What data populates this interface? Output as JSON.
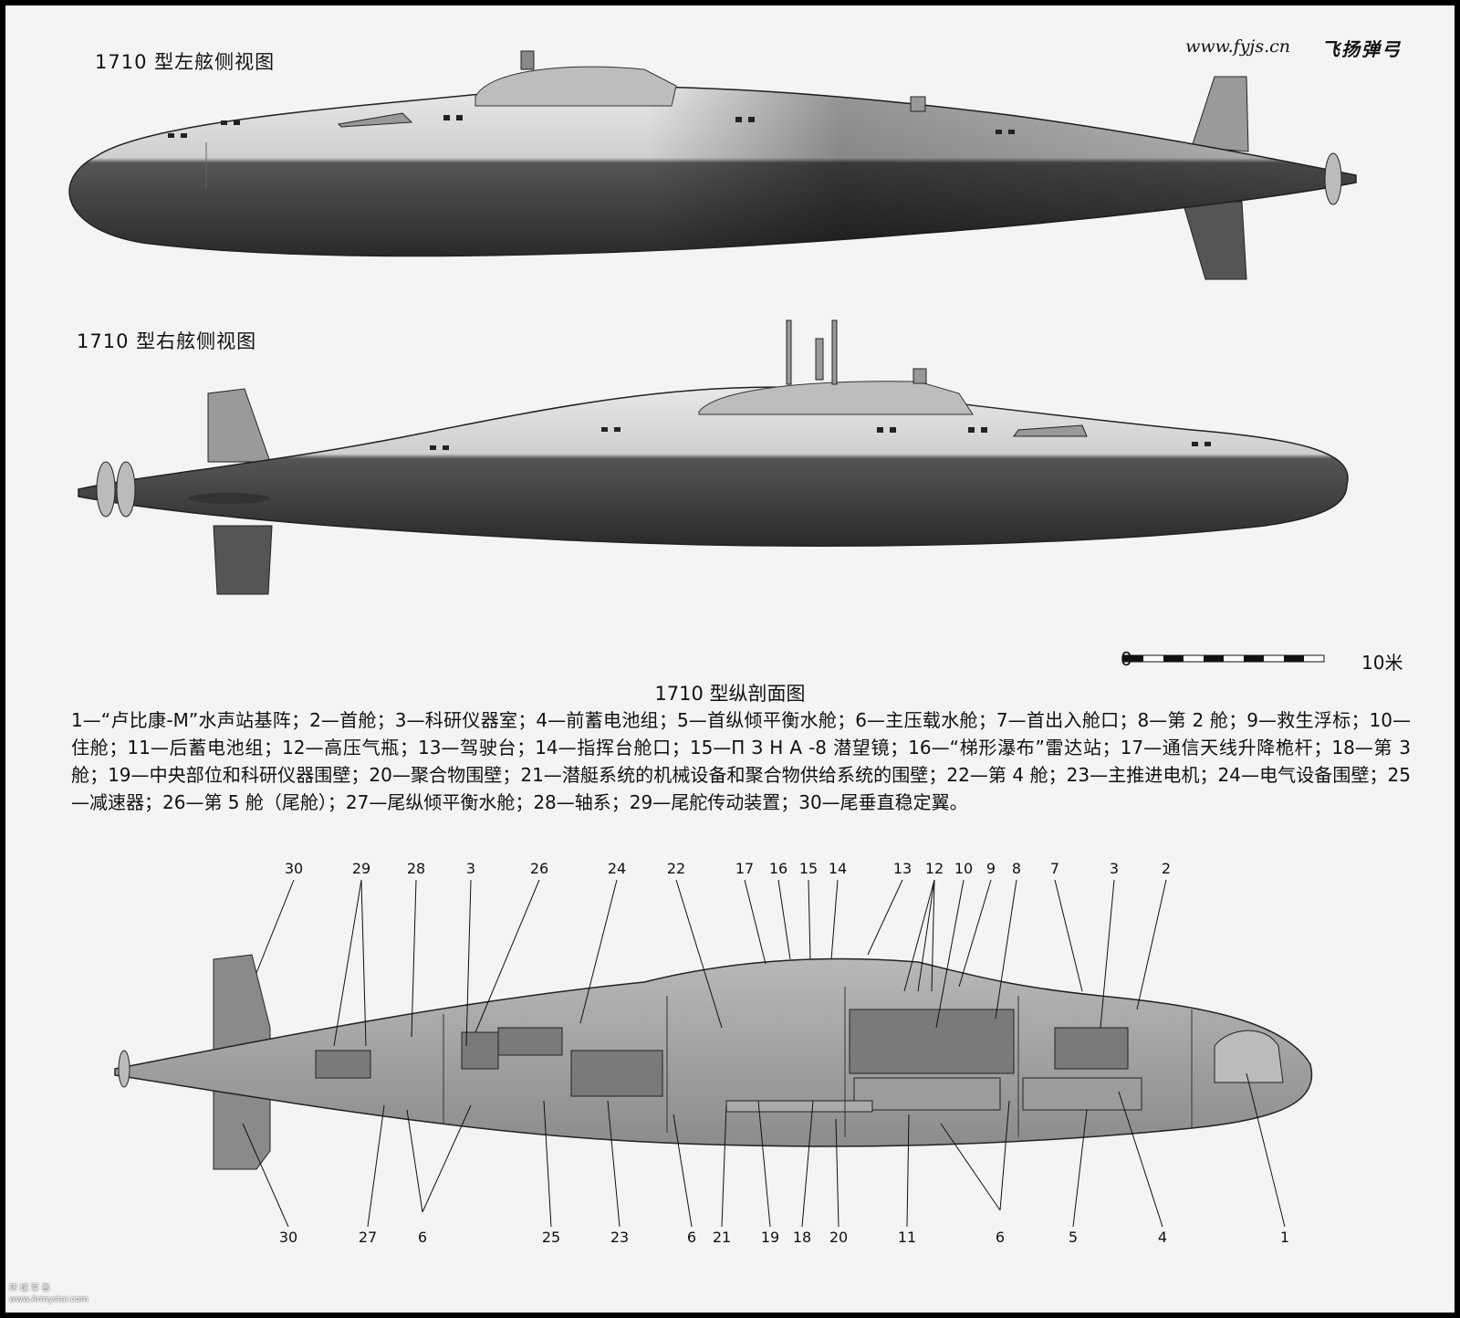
{
  "header": {
    "site": "www.fyjs.cn",
    "brand": "飞扬弹弓"
  },
  "views": {
    "port_title": "1710 型左舷侧视图",
    "starboard_title": "1710 型右舷侧视图",
    "section_title": "1710 型纵剖面图"
  },
  "scale": {
    "start": "0",
    "end": "10米"
  },
  "legend_text": "1—“卢比康-M”水声站基阵；2—首舱；3—科研仪器室；4—前蓄电池组；5—首纵倾平衡水舱；6—主压载水舱；7—首出入舱口；8—第 2 舱；9—救生浮标；10—住舱；11—后蓄电池组；12—高压气瓶；13—驾驶台；14—指挥台舱口；15—П З Н А -8 潜望镜；16—“梯形瀑布”雷达站；17—通信天线升降桅杆；18—第 3 舱；19—中央部位和科研仪器围壁；20—聚合物围壁；21—潜艇系统的机械设备和聚合物供给系统的围壁；22—第 4 舱；23—主推进电机；24—电气设备围壁；25—减速器；26—第 5 舱（尾舱）；27—尾纵倾平衡水舱；28—轴系；29—尾舵传动装置；30—尾垂直稳定翼。",
  "callouts_top": [
    "30",
    "29",
    "28",
    "3",
    "26",
    "24",
    "22",
    "17",
    "16",
    "15",
    "14",
    "13",
    "12",
    "10",
    "9",
    "8",
    "7",
    "3",
    "2"
  ],
  "callouts_bottom": [
    "30",
    "27",
    "6",
    "25",
    "23",
    "6",
    "21",
    "19",
    "18",
    "20",
    "11",
    "6",
    "5",
    "4",
    "1"
  ],
  "corner_logo": {
    "line1": "环 球 军 事",
    "line2": "www.Armystar.com"
  },
  "colors": {
    "hull_dark": "#4a4a4a",
    "hull_light": "#e2e2e2",
    "background": "#f4f4f2",
    "section_fill": "#9a9a9a"
  }
}
